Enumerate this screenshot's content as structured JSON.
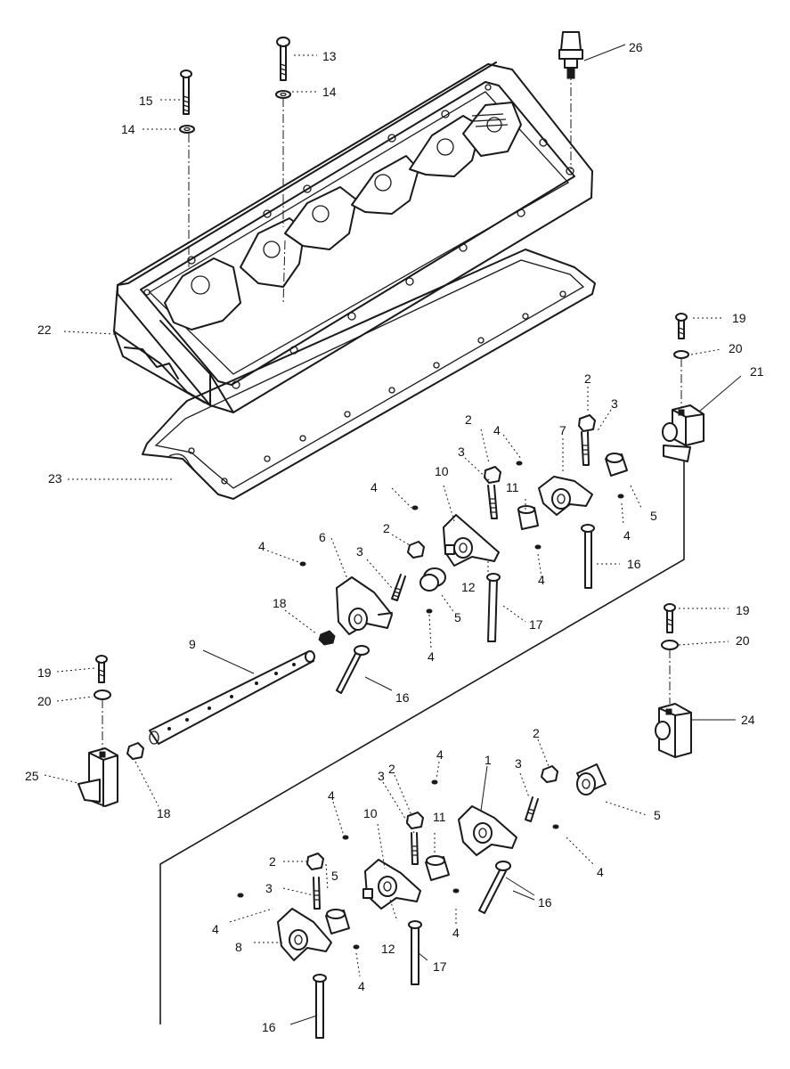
{
  "callouts": [
    {
      "id": "c13",
      "text": "13"
    },
    {
      "id": "c14a",
      "text": "14"
    },
    {
      "id": "c14b",
      "text": "14"
    },
    {
      "id": "c15",
      "text": "15"
    },
    {
      "id": "c26",
      "text": "26"
    },
    {
      "id": "c22",
      "text": "22"
    },
    {
      "id": "c23",
      "text": "23"
    },
    {
      "id": "c19a",
      "text": "19"
    },
    {
      "id": "c20a",
      "text": "20"
    },
    {
      "id": "c21",
      "text": "21"
    },
    {
      "id": "c2a",
      "text": "2"
    },
    {
      "id": "c3a",
      "text": "3"
    },
    {
      "id": "c7",
      "text": "7"
    },
    {
      "id": "c4a",
      "text": "4"
    },
    {
      "id": "c2b",
      "text": "2"
    },
    {
      "id": "c3b",
      "text": "3"
    },
    {
      "id": "c10a",
      "text": "10"
    },
    {
      "id": "c11a",
      "text": "11"
    },
    {
      "id": "c4b",
      "text": "4"
    },
    {
      "id": "c5a",
      "text": "5"
    },
    {
      "id": "c4c",
      "text": "4"
    },
    {
      "id": "c16a",
      "text": "16"
    },
    {
      "id": "c4d",
      "text": "4"
    },
    {
      "id": "c6",
      "text": "6"
    },
    {
      "id": "c2c",
      "text": "2"
    },
    {
      "id": "c3c",
      "text": "3"
    },
    {
      "id": "c12a",
      "text": "12"
    },
    {
      "id": "c4e",
      "text": "4"
    },
    {
      "id": "c5b",
      "text": "5"
    },
    {
      "id": "c17a",
      "text": "17"
    },
    {
      "id": "c18a",
      "text": "18"
    },
    {
      "id": "c4f",
      "text": "4"
    },
    {
      "id": "c9",
      "text": "9"
    },
    {
      "id": "c16b",
      "text": "16"
    },
    {
      "id": "c19b",
      "text": "19"
    },
    {
      "id": "c20b",
      "text": "20"
    },
    {
      "id": "c24",
      "text": "24"
    },
    {
      "id": "c19c",
      "text": "19"
    },
    {
      "id": "c20c",
      "text": "20"
    },
    {
      "id": "c25",
      "text": "25"
    },
    {
      "id": "c18b",
      "text": "18"
    },
    {
      "id": "c4g",
      "text": "4"
    },
    {
      "id": "c1",
      "text": "1"
    },
    {
      "id": "c2d",
      "text": "2"
    },
    {
      "id": "c3d",
      "text": "3"
    },
    {
      "id": "c5c",
      "text": "5"
    },
    {
      "id": "c4h",
      "text": "4"
    },
    {
      "id": "c10b",
      "text": "10"
    },
    {
      "id": "c2e",
      "text": "2"
    },
    {
      "id": "c3e",
      "text": "3"
    },
    {
      "id": "c11b",
      "text": "11"
    },
    {
      "id": "c4i",
      "text": "4"
    },
    {
      "id": "c16c",
      "text": "16"
    },
    {
      "id": "c2f",
      "text": "2"
    },
    {
      "id": "c5d",
      "text": "5"
    },
    {
      "id": "c3f",
      "text": "3"
    },
    {
      "id": "c4j",
      "text": "4"
    },
    {
      "id": "c12b",
      "text": "12"
    },
    {
      "id": "c8",
      "text": "8"
    },
    {
      "id": "c4k",
      "text": "4"
    },
    {
      "id": "c17b",
      "text": "17"
    },
    {
      "id": "c4l",
      "text": "4"
    },
    {
      "id": "c16d",
      "text": "16"
    }
  ]
}
